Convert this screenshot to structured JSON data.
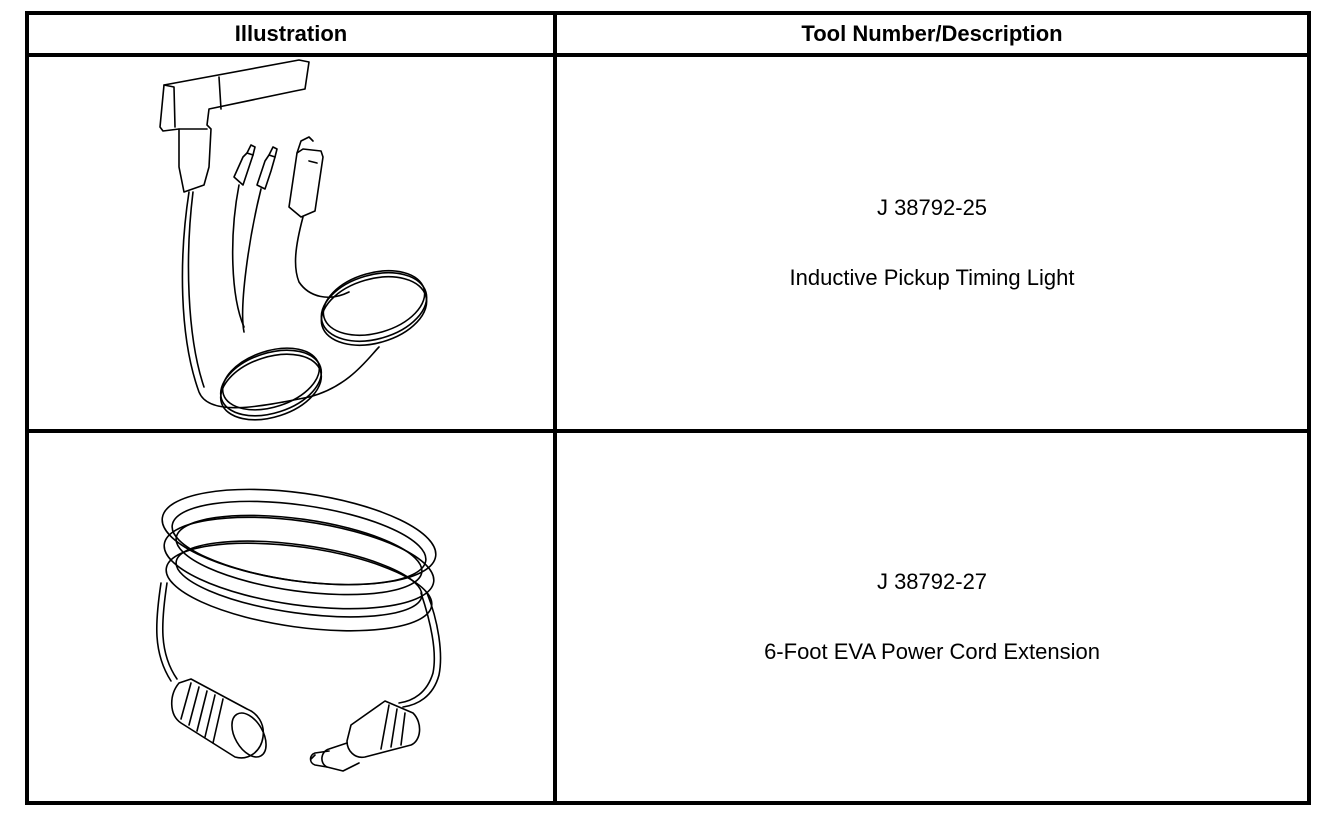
{
  "table": {
    "headers": {
      "illustration": "Illustration",
      "tool": "Tool Number/Description"
    },
    "rows": [
      {
        "illustration_icon": "inductive-timing-light-icon",
        "tool_number": "J 38792-25",
        "description": "Inductive Pickup Timing Light"
      },
      {
        "illustration_icon": "power-cord-extension-icon",
        "tool_number": "J 38792-27",
        "description": "6-Foot EVA Power Cord Extension"
      }
    ]
  }
}
